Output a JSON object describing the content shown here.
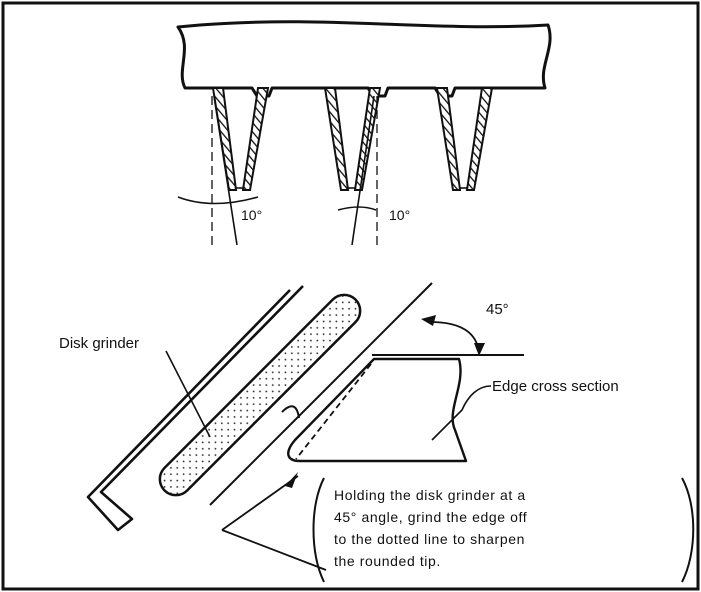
{
  "top_figure": {
    "angle_left": "10°",
    "angle_right": "10°"
  },
  "bottom_figure": {
    "angle_label": "45°",
    "disk_grinder_label": "Disk grinder",
    "edge_label": "Edge cross section",
    "instruction_lines": [
      "Holding the disk grinder at a",
      "45° angle, grind the edge off",
      "to the dotted line to sharpen",
      "the rounded tip."
    ]
  },
  "colors": {
    "line": "#111111",
    "background": "#ffffff"
  }
}
